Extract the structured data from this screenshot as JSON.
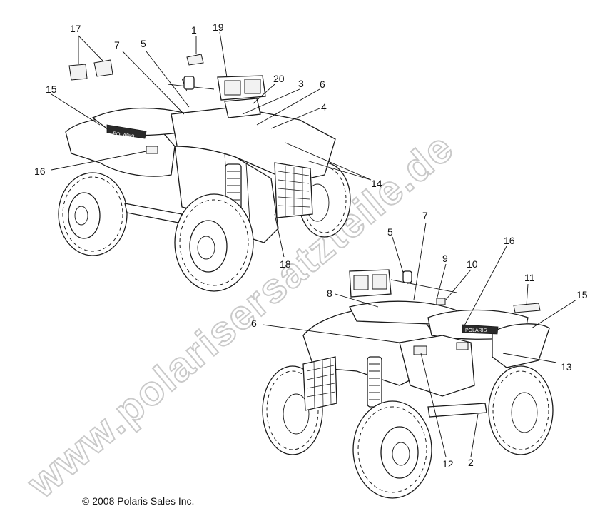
{
  "watermark": "www.polarisersatzteile.de",
  "copyright": "© 2008 Polaris Sales Inc.",
  "decal_text": "POLARIS",
  "callouts_upper": {
    "c1": "1",
    "c19": "19",
    "c17": "17",
    "c7": "7",
    "c5": "5",
    "c15": "15",
    "c20": "20",
    "c3": "3",
    "c6": "6",
    "c4": "4",
    "c16": "16",
    "c14": "14",
    "c18": "18"
  },
  "callouts_lower": {
    "c7": "7",
    "c5": "5",
    "c16": "16",
    "c9": "9",
    "c10": "10",
    "c8": "8",
    "c11": "11",
    "c15": "15",
    "c6": "6",
    "c13": "13",
    "c12": "12",
    "c2": "2"
  }
}
